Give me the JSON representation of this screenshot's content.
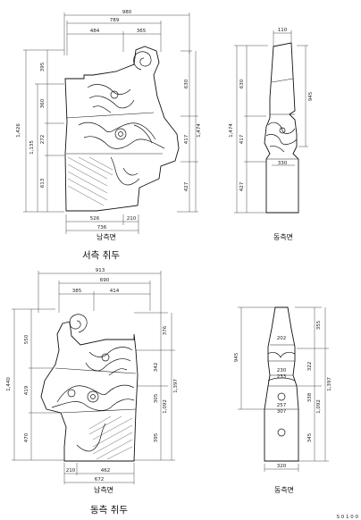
{
  "sections": [
    {
      "title": "서측 취두",
      "views": [
        {
          "caption": "남측면",
          "dims": {
            "top": [
              "980",
              "789",
              "484",
              "365"
            ],
            "left": [
              "1,426",
              "1,135",
              "395",
              "360",
              "272",
              "613"
            ],
            "right": [
              "630",
              "1,474",
              "417",
              "427"
            ],
            "bottom": [
              "526",
              "210",
              "736"
            ]
          }
        },
        {
          "caption": "동측면",
          "dims": {
            "top": [
              "110"
            ],
            "left": [
              "1,474",
              "630",
              "417",
              "427"
            ],
            "right": [
              "945"
            ],
            "inner": [
              "330"
            ]
          }
        }
      ]
    },
    {
      "title": "동측 취두",
      "views": [
        {
          "caption": "남측면",
          "dims": {
            "top": [
              "913",
              "690",
              "385",
              "414"
            ],
            "left": [
              "1,440",
              "550",
              "419",
              "470"
            ],
            "right": [
              "376",
              "342",
              "1,397",
              "395",
              "1,092",
              "305"
            ],
            "bottom": [
              "210",
              "462",
              "672"
            ]
          }
        },
        {
          "caption": "동측면",
          "dims": {
            "left": [
              "945"
            ],
            "right": [
              "355",
              "322",
              "1,397",
              "338",
              "1,092",
              "345"
            ],
            "inner": [
              "202",
              "230",
              "233",
              "257",
              "307"
            ],
            "bottom": [
              "320"
            ]
          }
        }
      ]
    }
  ],
  "footer": "S 0 1 0 0"
}
